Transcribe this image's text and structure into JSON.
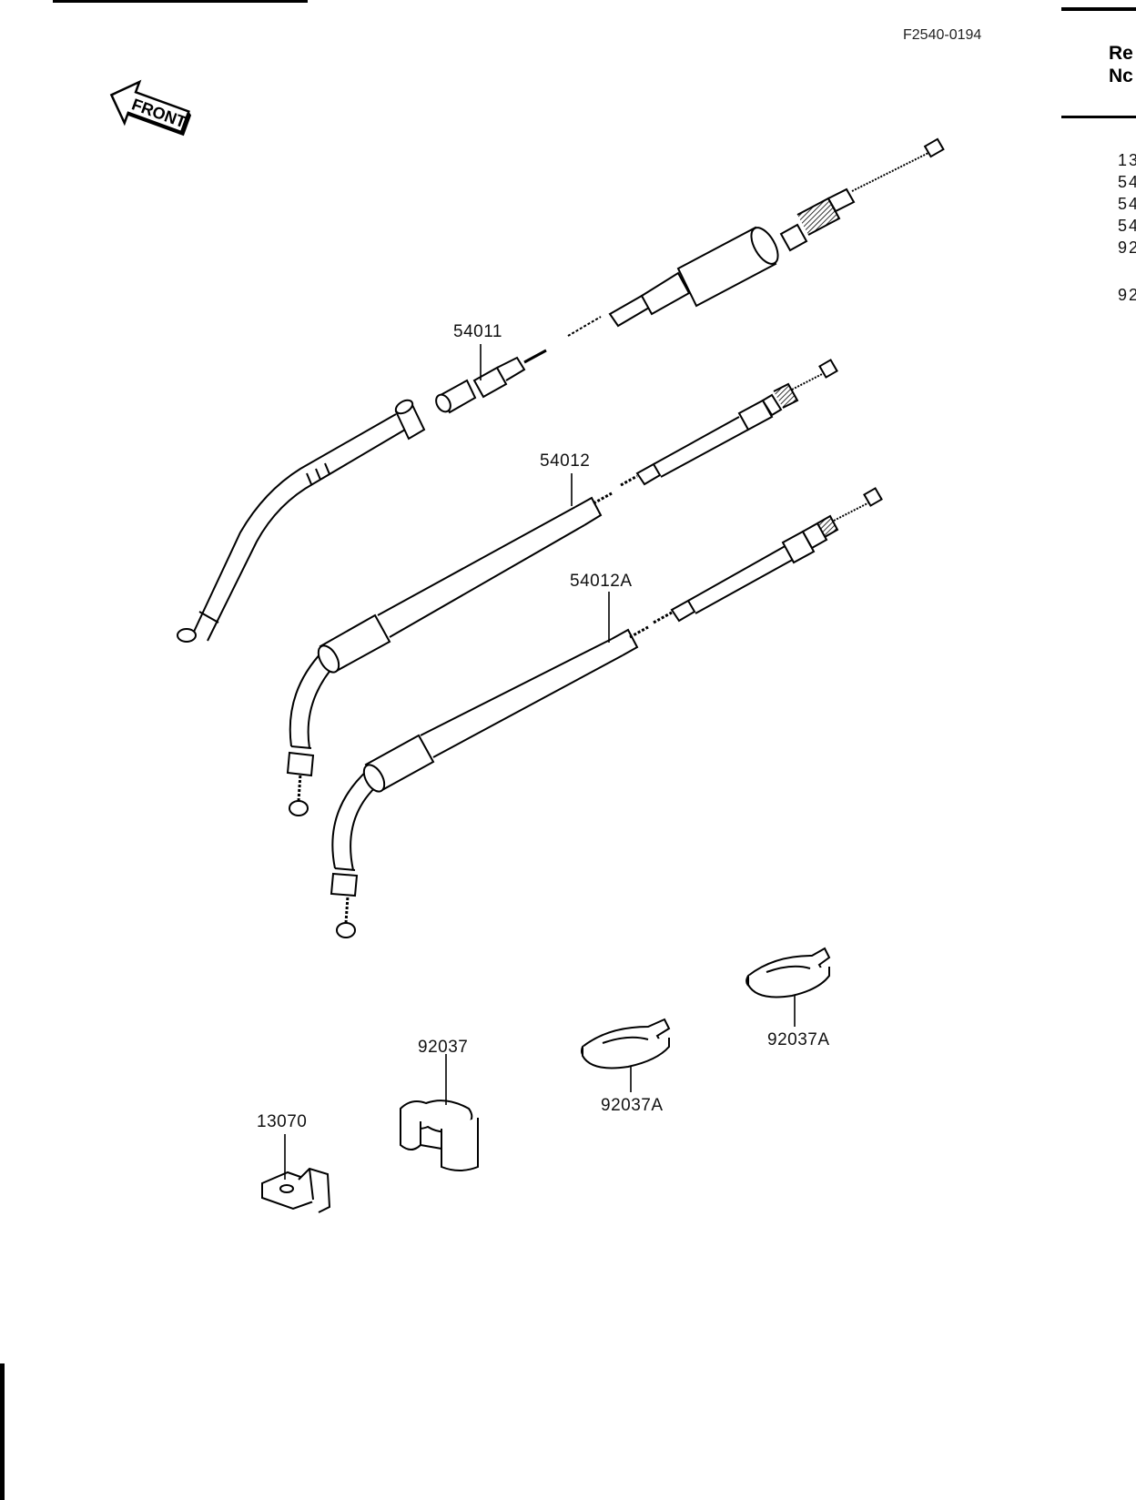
{
  "figure_code": "F2540-0194",
  "front_arrow_label": "FRONT",
  "callouts": {
    "c54011": "54011",
    "c54012": "54012",
    "c54012a": "54012A",
    "c92037": "92037",
    "c92037a_1": "92037A",
    "c92037a_2": "92037A",
    "c13070": "13070"
  },
  "ref_table": {
    "header_line1": "Re",
    "header_line2": "Nc",
    "rows": [
      "13",
      "54",
      "54",
      "54",
      "92",
      "92"
    ]
  }
}
